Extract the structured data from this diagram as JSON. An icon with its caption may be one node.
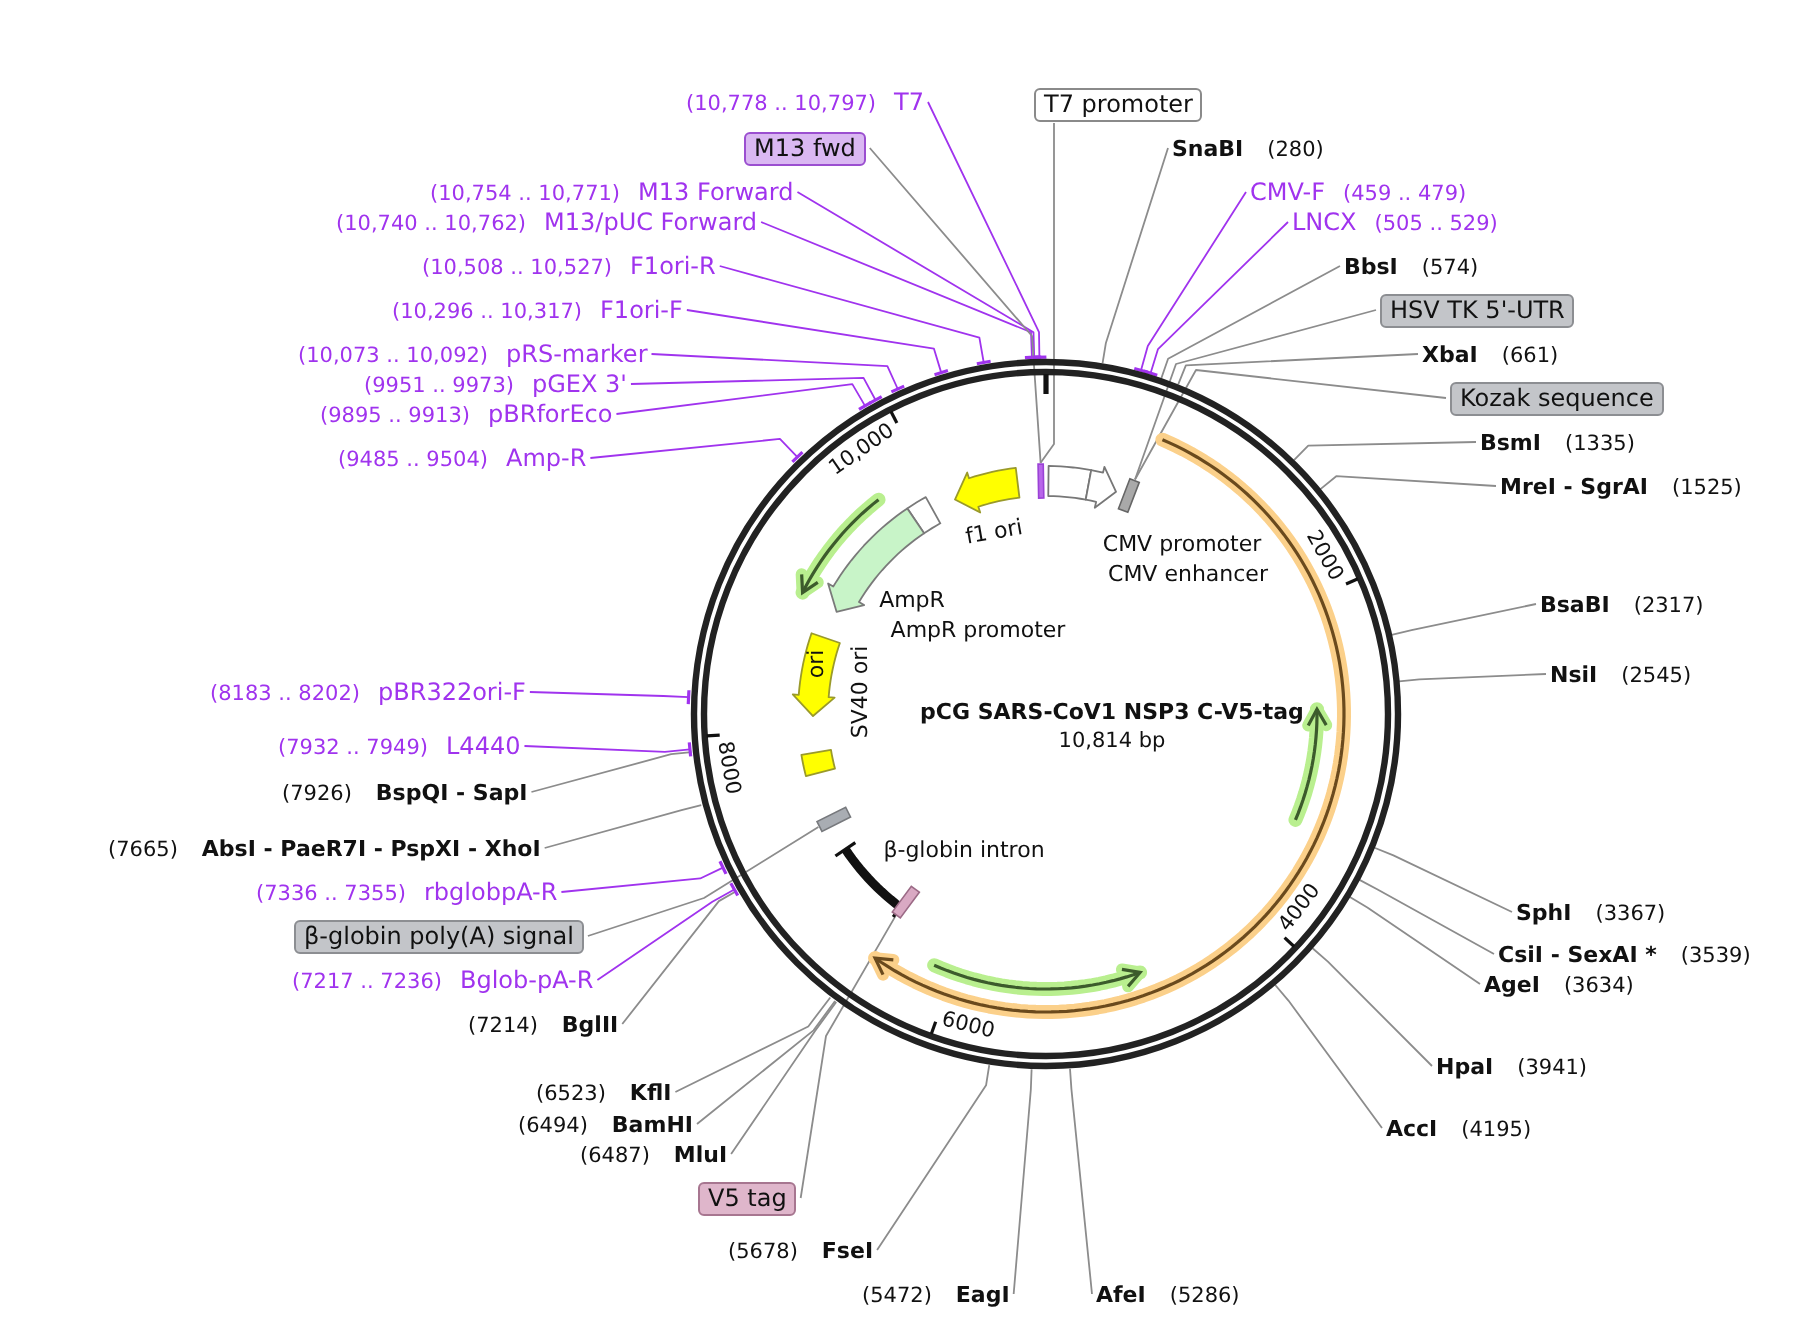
{
  "diagram": {
    "nodes": [
      {
        "text": [
          "pCG SARS-CoV1 NSP3 C-V5-tag",
          "10,814 bp"
        ]
      },
      {
        "text": [],
        "shape": "box",
        "in": 0
      },
      {
        "text": [],
        "shape": "box",
        "in": 0
      },
      {
        "text": [],
        "shape": "box",
        "in": 0
      },
      {
        "text": [],
        "shape": "box",
        "in": 0
      },
      {
        "text": [
          "T7 promoter"
        ]
      },
      {
        "text": [
          "SnaBI",
          "(280)"
        ]
      },
      {
        "text": [
          "CMV-F",
          "(459 .. 479)"
        ]
      },
      {
        "text": [
          "LNCX",
          "(505 .. 529)"
        ]
      },
      {
        "text": [
          "BbsI",
          "(574)"
        ]
      },
      {
        "text": [
          "HSV TK 5'-UTR"
        ]
      },
      {
        "text": [
          "XbaI",
          "(661)"
        ]
      },
      {
        "text": [
          "Kozak sequence"
        ]
      },
      {
        "text": [
          "BsmI",
          "(1335)"
        ]
      },
      {
        "text": [
          "MreI - SgrAI",
          "(1525)"
        ]
      },
      {
        "text": [
          "BsaBI",
          "(2317)"
        ]
      },
      {
        "text": [
          "NsiI",
          "(2545)"
        ]
      },
      {
        "text": [
          "SphI",
          "(3367)"
        ]
      },
      {
        "text": [
          "CsiI - SexAI *",
          "(3539)"
        ]
      },
      {
        "text": [
          "AgeI",
          "(3634)"
        ]
      },
      {
        "text": [
          "HpaI",
          "(3941)"
        ]
      },
      {
        "text": [
          "AccI",
          "(4195)"
        ]
      },
      {
        "text": [
          "AfeI",
          "(5286)"
        ]
      },
      {
        "text": [
          "(5472)",
          "EagI"
        ]
      },
      {
        "text": [
          "(5678)",
          "FseI"
        ]
      },
      {
        "text": [
          "V5 tag"
        ]
      },
      {
        "text": [
          "(6487)",
          "MluI"
        ]
      },
      {
        "text": [
          "(6494)",
          "BamHI"
        ]
      },
      {
        "text": [
          "(6523)",
          "KflI"
        ]
      },
      {
        "text": [
          "(7214)",
          "BglII"
        ]
      },
      {
        "text": [
          "(7217 .. 7236)",
          "Bglob-pA-R"
        ]
      },
      {
        "text": [
          "β-globin poly(A) signal"
        ]
      },
      {
        "text": [
          "(7336 .. 7355)",
          "rbglobpA-R"
        ]
      },
      {
        "text": [
          "(7665)",
          "AbsI - PaeR7I - PspXI - XhoI"
        ]
      },
      {
        "text": [
          "(7926)",
          "BspQI - SapI"
        ]
      },
      {
        "text": [
          "(7932 .. 7949)",
          "L4440"
        ]
      },
      {
        "text": [
          "(8183 .. 8202)",
          "pBR322ori-F"
        ]
      },
      {
        "text": [
          "(9485 .. 9504)",
          "Amp-R"
        ]
      },
      {
        "text": [
          "(9895 .. 9913)",
          "pBRforEco"
        ]
      },
      {
        "text": [
          "(9951 .. 9973)",
          "pGEX 3'"
        ]
      },
      {
        "text": [
          "(10,073 .. 10,092)",
          "pRS-marker"
        ]
      },
      {
        "text": [
          "(10,296 .. 10,317)",
          "F1ori-F"
        ]
      },
      {
        "text": [
          "(10,508 .. 10,527)",
          "F1ori-R"
        ]
      },
      {
        "text": [
          "(10,740 .. 10,762)",
          "M13/pUC Forward"
        ]
      },
      {
        "text": [
          "(10,754 .. 10,771)",
          "M13 Forward"
        ]
      },
      {
        "text": [
          "M13 fwd"
        ]
      },
      {
        "text": [
          "(10,778 .. 10,797)",
          "T7"
        ]
      }
    ],
    "edges": [
      {
        "from": 5,
        "to": 1,
        "arrow": "none"
      },
      {
        "from": 6,
        "to": 0,
        "arrow": "none"
      },
      {
        "from": 7,
        "to": 0,
        "arrow": "other",
        "color": "#a033ee"
      },
      {
        "from": 8,
        "to": 0,
        "arrow": "other",
        "color": "#a033ee"
      },
      {
        "from": 9,
        "to": 0,
        "arrow": "none"
      },
      {
        "from": 10,
        "to": 2,
        "arrow": "none"
      },
      {
        "from": 11,
        "to": 0,
        "arrow": "none"
      },
      {
        "from": 12,
        "to": 2,
        "arrow": "none"
      },
      {
        "from": 13,
        "to": 0,
        "arrow": "none"
      },
      {
        "from": 14,
        "to": 0,
        "arrow": "none"
      },
      {
        "from": 15,
        "to": 0,
        "arrow": "none"
      },
      {
        "from": 16,
        "to": 0,
        "arrow": "none"
      },
      {
        "from": 17,
        "to": 0,
        "arrow": "none"
      },
      {
        "from": 18,
        "to": 0,
        "arrow": "none"
      },
      {
        "from": 19,
        "to": 0,
        "arrow": "none"
      },
      {
        "from": 20,
        "to": 0,
        "arrow": "none"
      },
      {
        "from": 21,
        "to": 0,
        "arrow": "none"
      },
      {
        "from": 22,
        "to": 0,
        "arrow": "none"
      },
      {
        "from": 23,
        "to": 0,
        "arrow": "none"
      },
      {
        "from": 24,
        "to": 0,
        "arrow": "none"
      },
      {
        "from": 25,
        "to": 4,
        "arrow": "none"
      },
      {
        "from": 26,
        "to": 0,
        "arrow": "none"
      },
      {
        "from": 27,
        "to": 0,
        "arrow": "none"
      },
      {
        "from": 28,
        "to": 0,
        "arrow": "none"
      },
      {
        "from": 29,
        "to": 0,
        "arrow": "none"
      },
      {
        "from": 30,
        "to": 0,
        "arrow": "other",
        "color": "#a033ee"
      },
      {
        "from": 31,
        "to": 3,
        "arrow": "none"
      },
      {
        "from": 32,
        "to": 0,
        "arrow": "other",
        "color": "#a033ee"
      },
      {
        "from": 33,
        "to": 0,
        "arrow": "none"
      },
      {
        "from": 34,
        "to": 0,
        "arrow": "none"
      },
      {
        "from": 35,
        "to": 0,
        "arrow": "other",
        "color": "#a033ee"
      },
      {
        "from": 36,
        "to": 0,
        "arrow": "other",
        "color": "#a033ee"
      },
      {
        "from": 37,
        "to": 0,
        "arrow": "other",
        "color": "#a033ee"
      },
      {
        "from": 38,
        "to": 0,
        "arrow": "other",
        "color": "#a033ee"
      },
      {
        "from": 39,
        "to": 0,
        "arrow": "other",
        "color": "#a033ee"
      },
      {
        "from": 40,
        "to": 0,
        "arrow": "other",
        "color": "#a033ee"
      },
      {
        "from": 41,
        "to": 0,
        "arrow": "other",
        "color": "#a033ee"
      },
      {
        "from": 42,
        "to": 0,
        "arrow": "other",
        "color": "#a033ee"
      },
      {
        "from": 43,
        "to": 0,
        "arrow": "other",
        "color": "#a033ee"
      },
      {
        "from": 44,
        "to": 0,
        "arrow": "other",
        "color": "#a033ee"
      },
      {
        "from": 45,
        "to": 1,
        "arrow": "none"
      },
      {
        "from": 46,
        "to": 0,
        "arrow": "other",
        "color": "#a033ee"
      }
    ],
    "labels": [
      "10,000",
      "f1 ori",
      "CMV promoter",
      "2000",
      "CMV enhancer",
      "AmpR",
      "AmpR promoter",
      "ori",
      "SV40 ori",
      "8000",
      "β-globin intron",
      "4000",
      "6000"
    ]
  }
}
